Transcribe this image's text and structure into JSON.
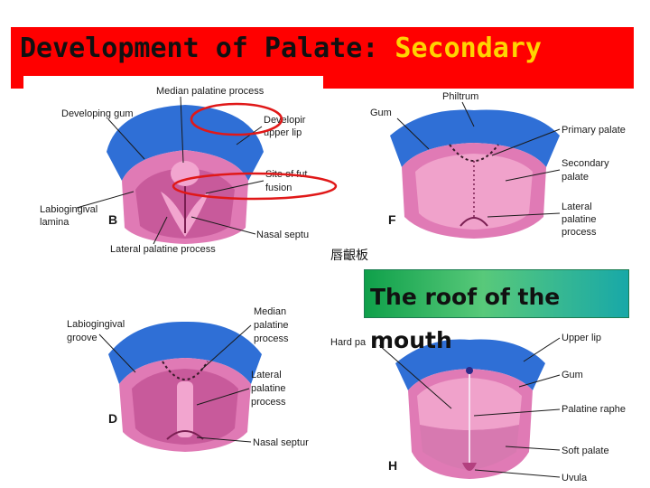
{
  "slide": {
    "title_main": "Development of Palate: ",
    "title_accent": "Secondary",
    "chinese_label": "唇齦板",
    "caption": "The roof of the mouth"
  },
  "panels": {
    "b": {
      "letter": "B",
      "labels": {
        "median_palatine_process": "Median palatine process",
        "developing_gum": "Developing gum",
        "developing_upper_lip_1": "Developir",
        "developing_upper_lip_2": "upper lip",
        "site_of_fusion_1": "Site of fut",
        "site_of_fusion_2": "fusion",
        "labiogingival_lamina_1": "Labiogingival",
        "labiogingival_lamina_2": "lamina",
        "nasal_septum": "Nasal septu",
        "lateral_palatine_process": "Lateral palatine process"
      }
    },
    "f": {
      "letter": "F",
      "labels": {
        "philtrum": "Philtrum",
        "gum": "Gum",
        "primary_palate": "Primary palate",
        "secondary_palate_1": "Secondary",
        "secondary_palate_2": "palate",
        "lateral_palatine_1": "Lateral",
        "lateral_palatine_2": "palatine",
        "lateral_palatine_3": "process"
      }
    },
    "d": {
      "letter": "D",
      "labels": {
        "labiogingival_groove_1": "Labiogingival",
        "labiogingival_groove_2": "groove",
        "median_1": "Median",
        "median_2": "palatine",
        "median_3": "process",
        "lateral_1": "Lateral",
        "lateral_2": "palatine",
        "lateral_3": "process",
        "nasal_septum": "Nasal septur"
      }
    },
    "h": {
      "letter": "H",
      "labels": {
        "hard_palate": "Hard pa",
        "upper_lip": "Upper lip",
        "gum": "Gum",
        "palatine_raphe": "Palatine raphe",
        "soft_palate": "Soft palate",
        "uvula": "Uvula"
      }
    }
  },
  "colors": {
    "banner": "#ff0000",
    "title_accent": "#ffd400",
    "lip_blue": "#2f6fd6",
    "tissue_pink": "#e07ab5",
    "tissue_dark": "#b3407f",
    "highlight_ellipse": "#e01818"
  }
}
